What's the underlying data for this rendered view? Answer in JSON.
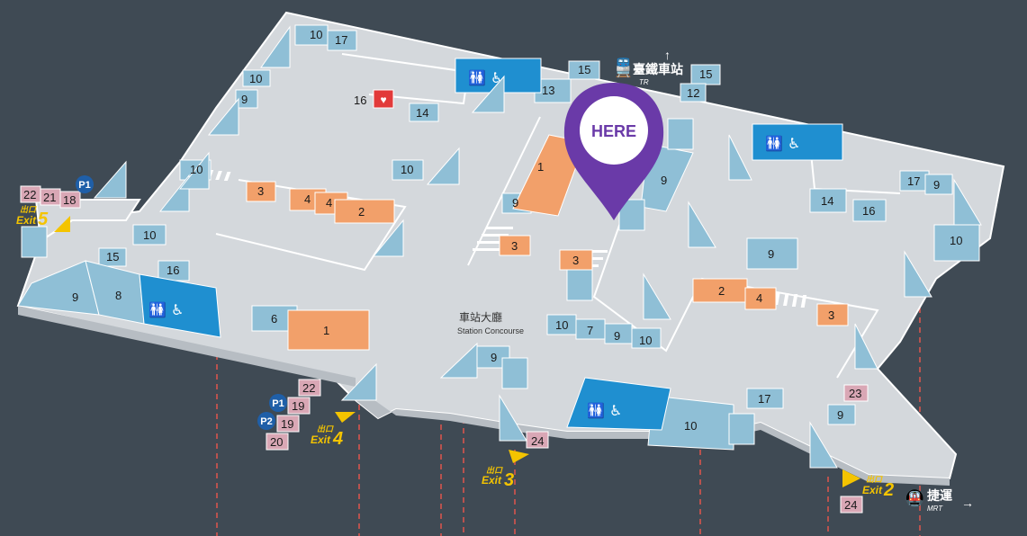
{
  "marker": {
    "label": "HERE",
    "color": "#6a3aa8"
  },
  "concourse": {
    "zh": "車站大廳",
    "en": "Station Concourse"
  },
  "tr": {
    "zh": "臺鐵車站",
    "en": "TR",
    "arrow": "↑"
  },
  "mrt": {
    "zh": "捷運",
    "en": "MRT",
    "arrow": "→"
  },
  "exits": {
    "e5": {
      "zh": "出口",
      "en": "Exit",
      "num": "5"
    },
    "e4": {
      "zh": "出口",
      "en": "Exit",
      "num": "4"
    },
    "e3": {
      "zh": "出口",
      "en": "Exit",
      "num": "3"
    },
    "e2": {
      "zh": "出口",
      "en": "Exit",
      "num": "2"
    }
  },
  "parking": {
    "p1": "P1",
    "p2": "P2"
  },
  "colors": {
    "floor": "#d4d8dc",
    "shop": "#8fbfd6",
    "shopDark": "#6aa5c2",
    "orange": "#f2a06a",
    "restroom": "#1f8fd0",
    "pink": "#d9a7b5",
    "red": "#e23a3a",
    "yellow": "#f4c400"
  },
  "labels": {
    "l1": "10",
    "l2": "17",
    "l3": "10",
    "l4": "9",
    "l5": "16",
    "l6": "14",
    "l7": "13",
    "l8": "15",
    "l9": "15",
    "l10": "12",
    "l11": "10",
    "l12": "10",
    "l13": "1",
    "l14": "9",
    "l15": "9",
    "l16": "3",
    "l17": "4",
    "l18": "4",
    "l19": "2",
    "l20": "3",
    "l21": "3",
    "l22": "10",
    "l23": "15",
    "l24": "16",
    "l25": "9",
    "l26": "8",
    "l27": "6",
    "l28": "1",
    "l29": "10",
    "l30": "7",
    "l31": "9",
    "l32": "10",
    "l33": "9",
    "l34": "2",
    "l35": "4",
    "l36": "3",
    "l37": "14",
    "l38": "16",
    "l39": "17",
    "l40": "9",
    "l41": "10",
    "l42": "9",
    "l43": "17",
    "l44": "10",
    "l45": "23",
    "l46": "9",
    "l47": "24",
    "l48": "24",
    "l49": "22",
    "l50": "21",
    "l51": "18",
    "l52": "22",
    "l53": "19",
    "l54": "19",
    "l55": "20"
  }
}
